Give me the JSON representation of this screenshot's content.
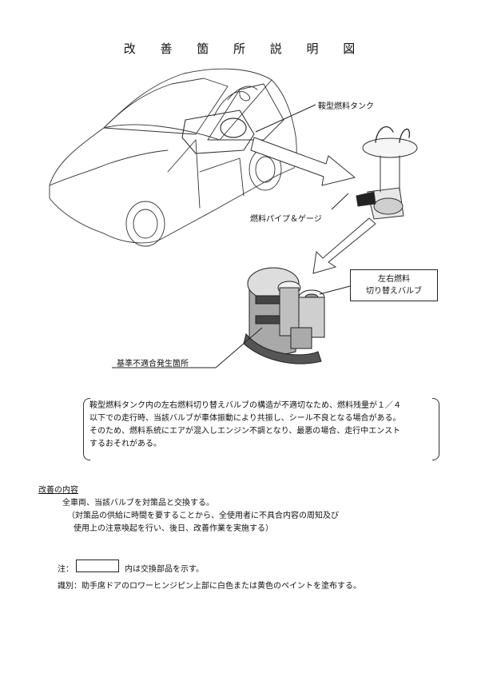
{
  "title": "改 善 箇 所 説 明 図",
  "figure": {
    "label_tank": "鞍型燃料タンク",
    "label_pipe": "燃料パイプ＆ゲージ",
    "label_valve_lines": [
      "左右燃料",
      "切り替えバルブ"
    ],
    "label_defect": "基準不適合発生箇所"
  },
  "description": [
    "鞍型燃料タンク内の左右燃料切り替えバルブの構造が不適切なため、燃料残量が１／４",
    "以下での走行時、当該バルブが車体振動により共振し、シール不良となる場合がある。",
    "そのため、燃料系統にエアが混入しエンジン不調となり、最悪の場合、走行中エンスト",
    "するおそれがある。"
  ],
  "improvement": {
    "heading": "改善の内容",
    "line1": "全車両、当該バルブを対策品と交換する。",
    "line2": "（対策品の供給に時間を要することから、全使用者に不具合内容の周知及び",
    "line3": "使用上の注意喚起を行い、後日、改善作業を実施する）"
  },
  "note": {
    "label": "注：",
    "text": "内は交換部品を示す。"
  },
  "identification": "識別：助手席ドアのロワーヒンジピン上部に白色または黄色のペイントを塗布する。"
}
